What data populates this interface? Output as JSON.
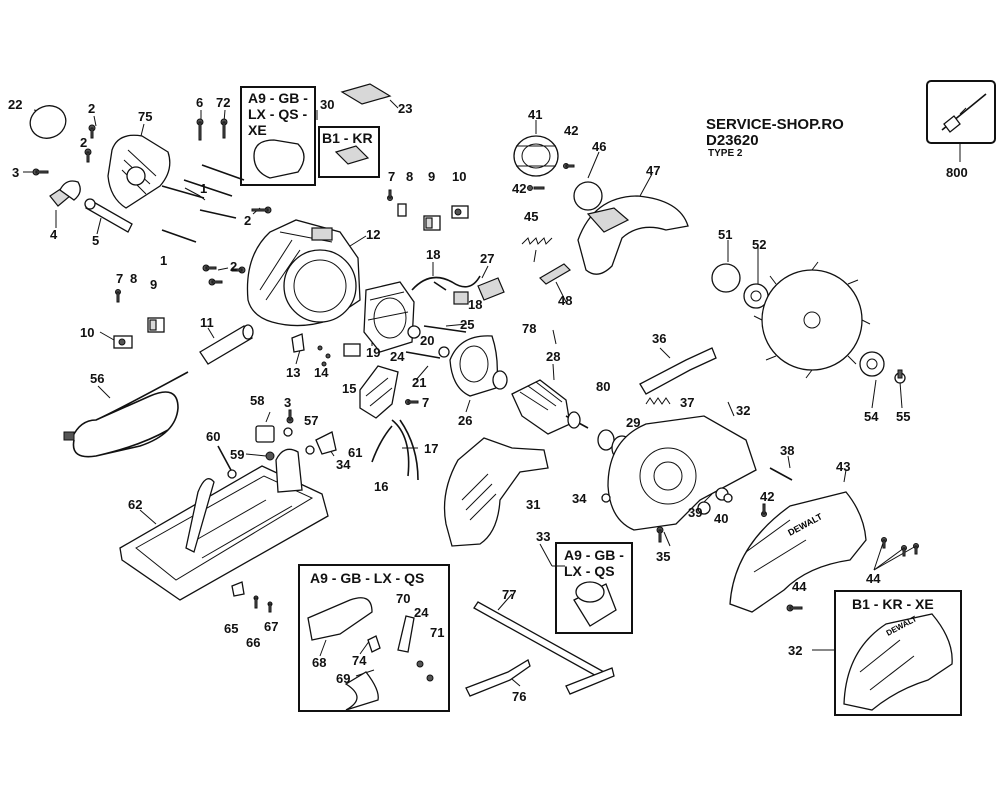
{
  "header": {
    "shop": "SERVICE-SHOP.RO",
    "model": "D23620",
    "type": "TYPE 2"
  },
  "boxes": {
    "top_a9": "A9 - GB -\nLX - QS -\nXE",
    "top_b1": "B1 - KR",
    "mid_a9": "A9 - GB -\nLX - QS",
    "bottom_a9": "A9 - GB - LX - QS",
    "right_b1": "B1 - KR - XE"
  },
  "callouts": [
    {
      "id": "c22",
      "text": "22"
    },
    {
      "id": "c2a",
      "text": "2"
    },
    {
      "id": "c75",
      "text": "75"
    },
    {
      "id": "c6",
      "text": "6"
    },
    {
      "id": "c72",
      "text": "72"
    },
    {
      "id": "c30",
      "text": "30"
    },
    {
      "id": "c23",
      "text": "23"
    },
    {
      "id": "c2b",
      "text": "2"
    },
    {
      "id": "c3a",
      "text": "3"
    },
    {
      "id": "c4",
      "text": "4"
    },
    {
      "id": "c5",
      "text": "5"
    },
    {
      "id": "c1a",
      "text": "1"
    },
    {
      "id": "c2c",
      "text": "2"
    },
    {
      "id": "c1b",
      "text": "1"
    },
    {
      "id": "c7a",
      "text": "7"
    },
    {
      "id": "c8a",
      "text": "8"
    },
    {
      "id": "c9a",
      "text": "9"
    },
    {
      "id": "c10a",
      "text": "10"
    },
    {
      "id": "c12",
      "text": "12"
    },
    {
      "id": "c2d",
      "text": "2"
    },
    {
      "id": "c7b",
      "text": "7"
    },
    {
      "id": "c8b",
      "text": "8"
    },
    {
      "id": "c9b",
      "text": "9"
    },
    {
      "id": "c10b",
      "text": "10"
    },
    {
      "id": "c11",
      "text": "11"
    },
    {
      "id": "c18a",
      "text": "18"
    },
    {
      "id": "c27",
      "text": "27"
    },
    {
      "id": "c18b",
      "text": "18"
    },
    {
      "id": "c20",
      "text": "20"
    },
    {
      "id": "c25",
      "text": "25"
    },
    {
      "id": "c19",
      "text": "19"
    },
    {
      "id": "c24a",
      "text": "24"
    },
    {
      "id": "c13",
      "text": "13"
    },
    {
      "id": "c14",
      "text": "14"
    },
    {
      "id": "c15",
      "text": "15"
    },
    {
      "id": "c21",
      "text": "21"
    },
    {
      "id": "c56",
      "text": "56"
    },
    {
      "id": "c58",
      "text": "58"
    },
    {
      "id": "c3b",
      "text": "3"
    },
    {
      "id": "c57",
      "text": "57"
    },
    {
      "id": "c7c",
      "text": "7"
    },
    {
      "id": "c60",
      "text": "60"
    },
    {
      "id": "c59",
      "text": "59"
    },
    {
      "id": "c61",
      "text": "61"
    },
    {
      "id": "c34a",
      "text": "34"
    },
    {
      "id": "c17",
      "text": "17"
    },
    {
      "id": "c16",
      "text": "16"
    },
    {
      "id": "c26",
      "text": "26"
    },
    {
      "id": "c62",
      "text": "62"
    },
    {
      "id": "c65",
      "text": "65"
    },
    {
      "id": "c66",
      "text": "66"
    },
    {
      "id": "c67",
      "text": "67"
    },
    {
      "id": "c68",
      "text": "68"
    },
    {
      "id": "c70",
      "text": "70"
    },
    {
      "id": "c24b",
      "text": "24"
    },
    {
      "id": "c74",
      "text": "74"
    },
    {
      "id": "c71",
      "text": "71"
    },
    {
      "id": "c69",
      "text": "69"
    },
    {
      "id": "c77",
      "text": "77"
    },
    {
      "id": "c76",
      "text": "76"
    },
    {
      "id": "c41",
      "text": "41"
    },
    {
      "id": "c42a",
      "text": "42"
    },
    {
      "id": "c42b",
      "text": "42"
    },
    {
      "id": "c46",
      "text": "46"
    },
    {
      "id": "c47",
      "text": "47"
    },
    {
      "id": "c45",
      "text": "45"
    },
    {
      "id": "c48",
      "text": "48"
    },
    {
      "id": "c78",
      "text": "78"
    },
    {
      "id": "c28",
      "text": "28"
    },
    {
      "id": "c80",
      "text": "80"
    },
    {
      "id": "c36",
      "text": "36"
    },
    {
      "id": "c37",
      "text": "37"
    },
    {
      "id": "c29",
      "text": "29"
    },
    {
      "id": "c31",
      "text": "31"
    },
    {
      "id": "c32a",
      "text": "32"
    },
    {
      "id": "c34b",
      "text": "34"
    },
    {
      "id": "c39",
      "text": "39"
    },
    {
      "id": "c40",
      "text": "40"
    },
    {
      "id": "c42c",
      "text": "42"
    },
    {
      "id": "c38",
      "text": "38"
    },
    {
      "id": "c35",
      "text": "35"
    },
    {
      "id": "c33",
      "text": "33"
    },
    {
      "id": "c43",
      "text": "43"
    },
    {
      "id": "c44a",
      "text": "44"
    },
    {
      "id": "c44b",
      "text": "44"
    },
    {
      "id": "c32b",
      "text": "32"
    },
    {
      "id": "c51",
      "text": "51"
    },
    {
      "id": "c52",
      "text": "52"
    },
    {
      "id": "c54",
      "text": "54"
    },
    {
      "id": "c55",
      "text": "55"
    },
    {
      "id": "c800",
      "text": "800"
    }
  ],
  "brand_mark": "DEWALT"
}
